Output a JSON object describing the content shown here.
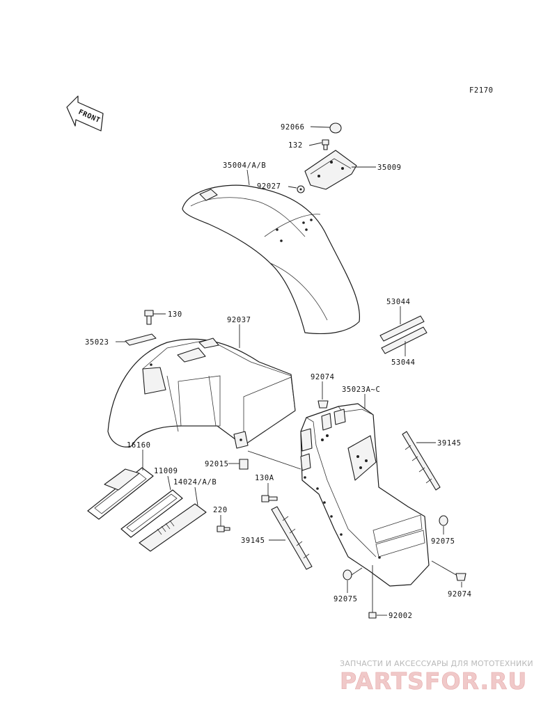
{
  "figure_code": "F2170",
  "front_arrow": {
    "label": "FRONT",
    "icon": "front-direction-arrow"
  },
  "callouts": [
    {
      "id": "92066",
      "label": "92066"
    },
    {
      "id": "132",
      "label": "132"
    },
    {
      "id": "35009",
      "label": "35009"
    },
    {
      "id": "35004",
      "label": "35004/A/B"
    },
    {
      "id": "92027",
      "label": "92027"
    },
    {
      "id": "53044a",
      "label": "53044"
    },
    {
      "id": "53044b",
      "label": "53044"
    },
    {
      "id": "130",
      "label": "130"
    },
    {
      "id": "35023",
      "label": "35023"
    },
    {
      "id": "92037",
      "label": "92037"
    },
    {
      "id": "92074a",
      "label": "92074"
    },
    {
      "id": "35023ac",
      "label": "35023A~C"
    },
    {
      "id": "39145a",
      "label": "39145"
    },
    {
      "id": "16160",
      "label": "16160"
    },
    {
      "id": "11009",
      "label": "11009"
    },
    {
      "id": "14024",
      "label": "14024/A/B"
    },
    {
      "id": "92015",
      "label": "92015"
    },
    {
      "id": "130a",
      "label": "130A"
    },
    {
      "id": "220",
      "label": "220"
    },
    {
      "id": "39145b",
      "label": "39145"
    },
    {
      "id": "92075a",
      "label": "92075"
    },
    {
      "id": "92075b",
      "label": "92075"
    },
    {
      "id": "92074b",
      "label": "92074"
    },
    {
      "id": "92002",
      "label": "92002"
    }
  ],
  "watermark": {
    "tagline": "ЗАПЧАСТИ И АКСЕССУАРЫ ДЛЯ МОТОТЕХНИКИ",
    "brand": "PARTSFOR.RU"
  },
  "colors": {
    "line": "#1a1a1a",
    "watermark": "#e6a9a9"
  }
}
